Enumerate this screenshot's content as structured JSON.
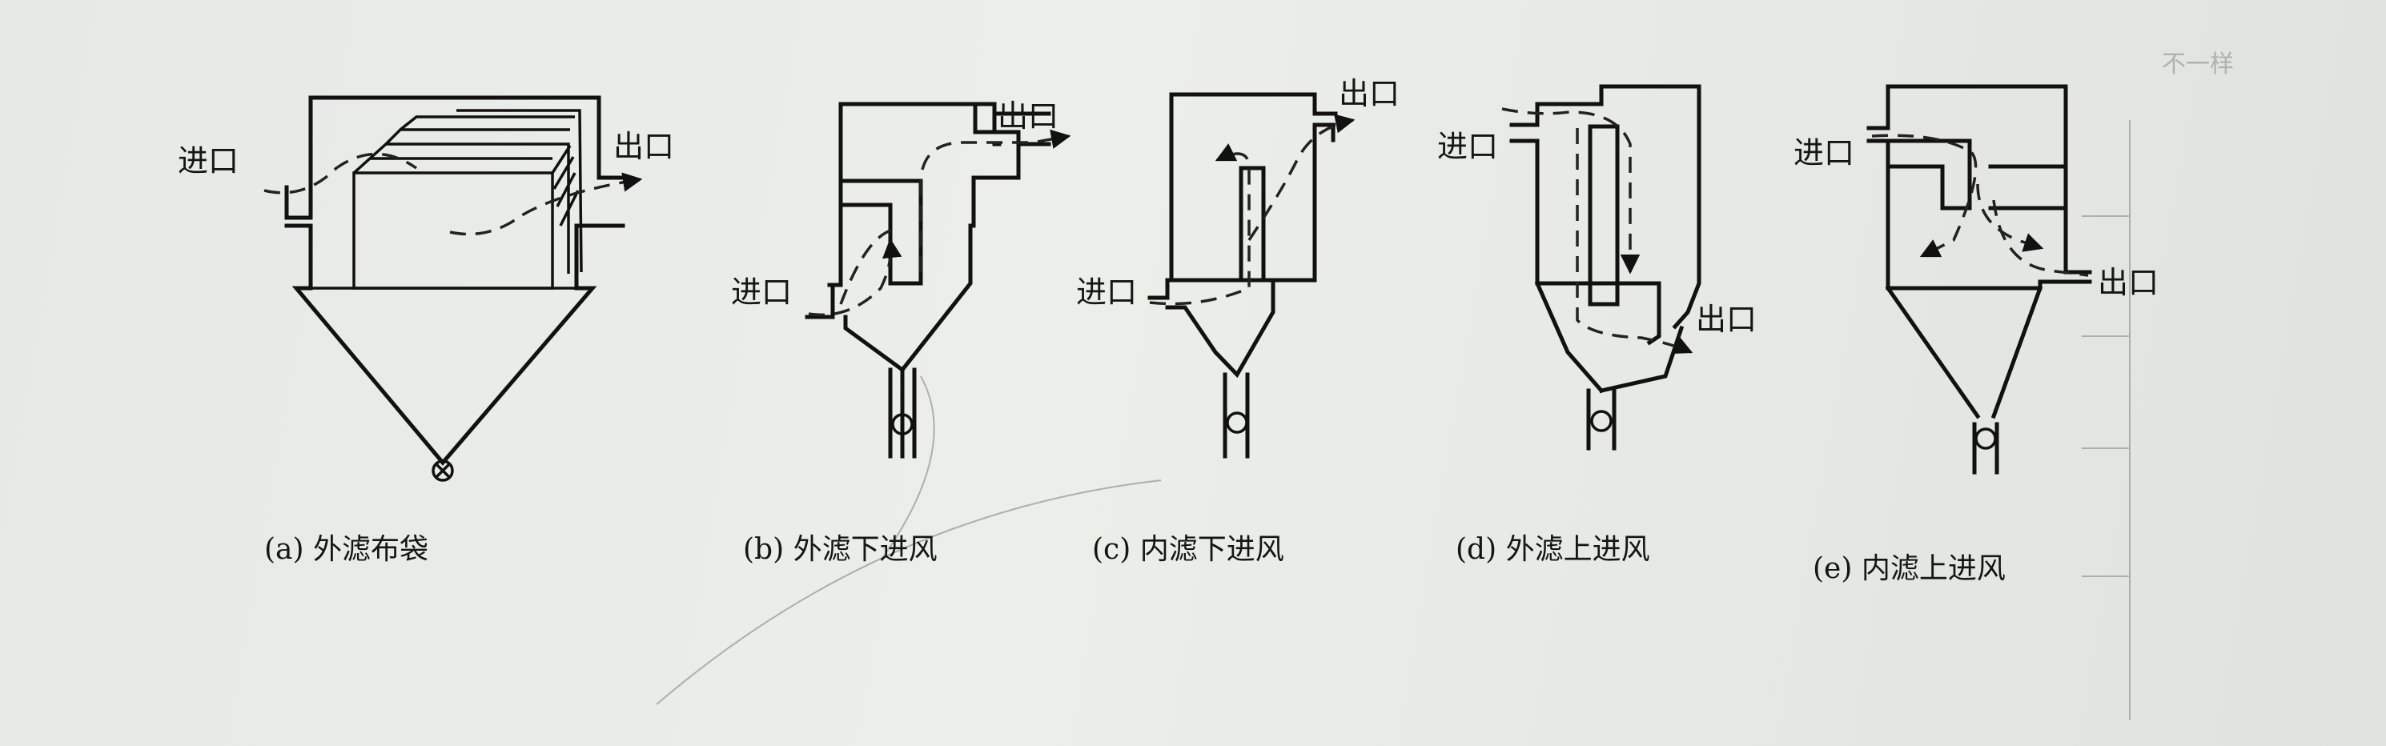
{
  "diagrams": [
    {
      "caption": "(a) 外滤布袋",
      "inlet": "进口",
      "outlet": "出口"
    },
    {
      "caption": "(b) 外滤下进风",
      "inlet": "进口",
      "outlet": "出口"
    },
    {
      "caption": "(c) 内滤下进风",
      "inlet": "进口",
      "outlet": "出口"
    },
    {
      "caption": "(d) 外滤上进风",
      "inlet": "进口",
      "outlet": "出口"
    },
    {
      "caption": "(e) 内滤上进风",
      "inlet": "进口",
      "outlet": "出口"
    }
  ]
}
